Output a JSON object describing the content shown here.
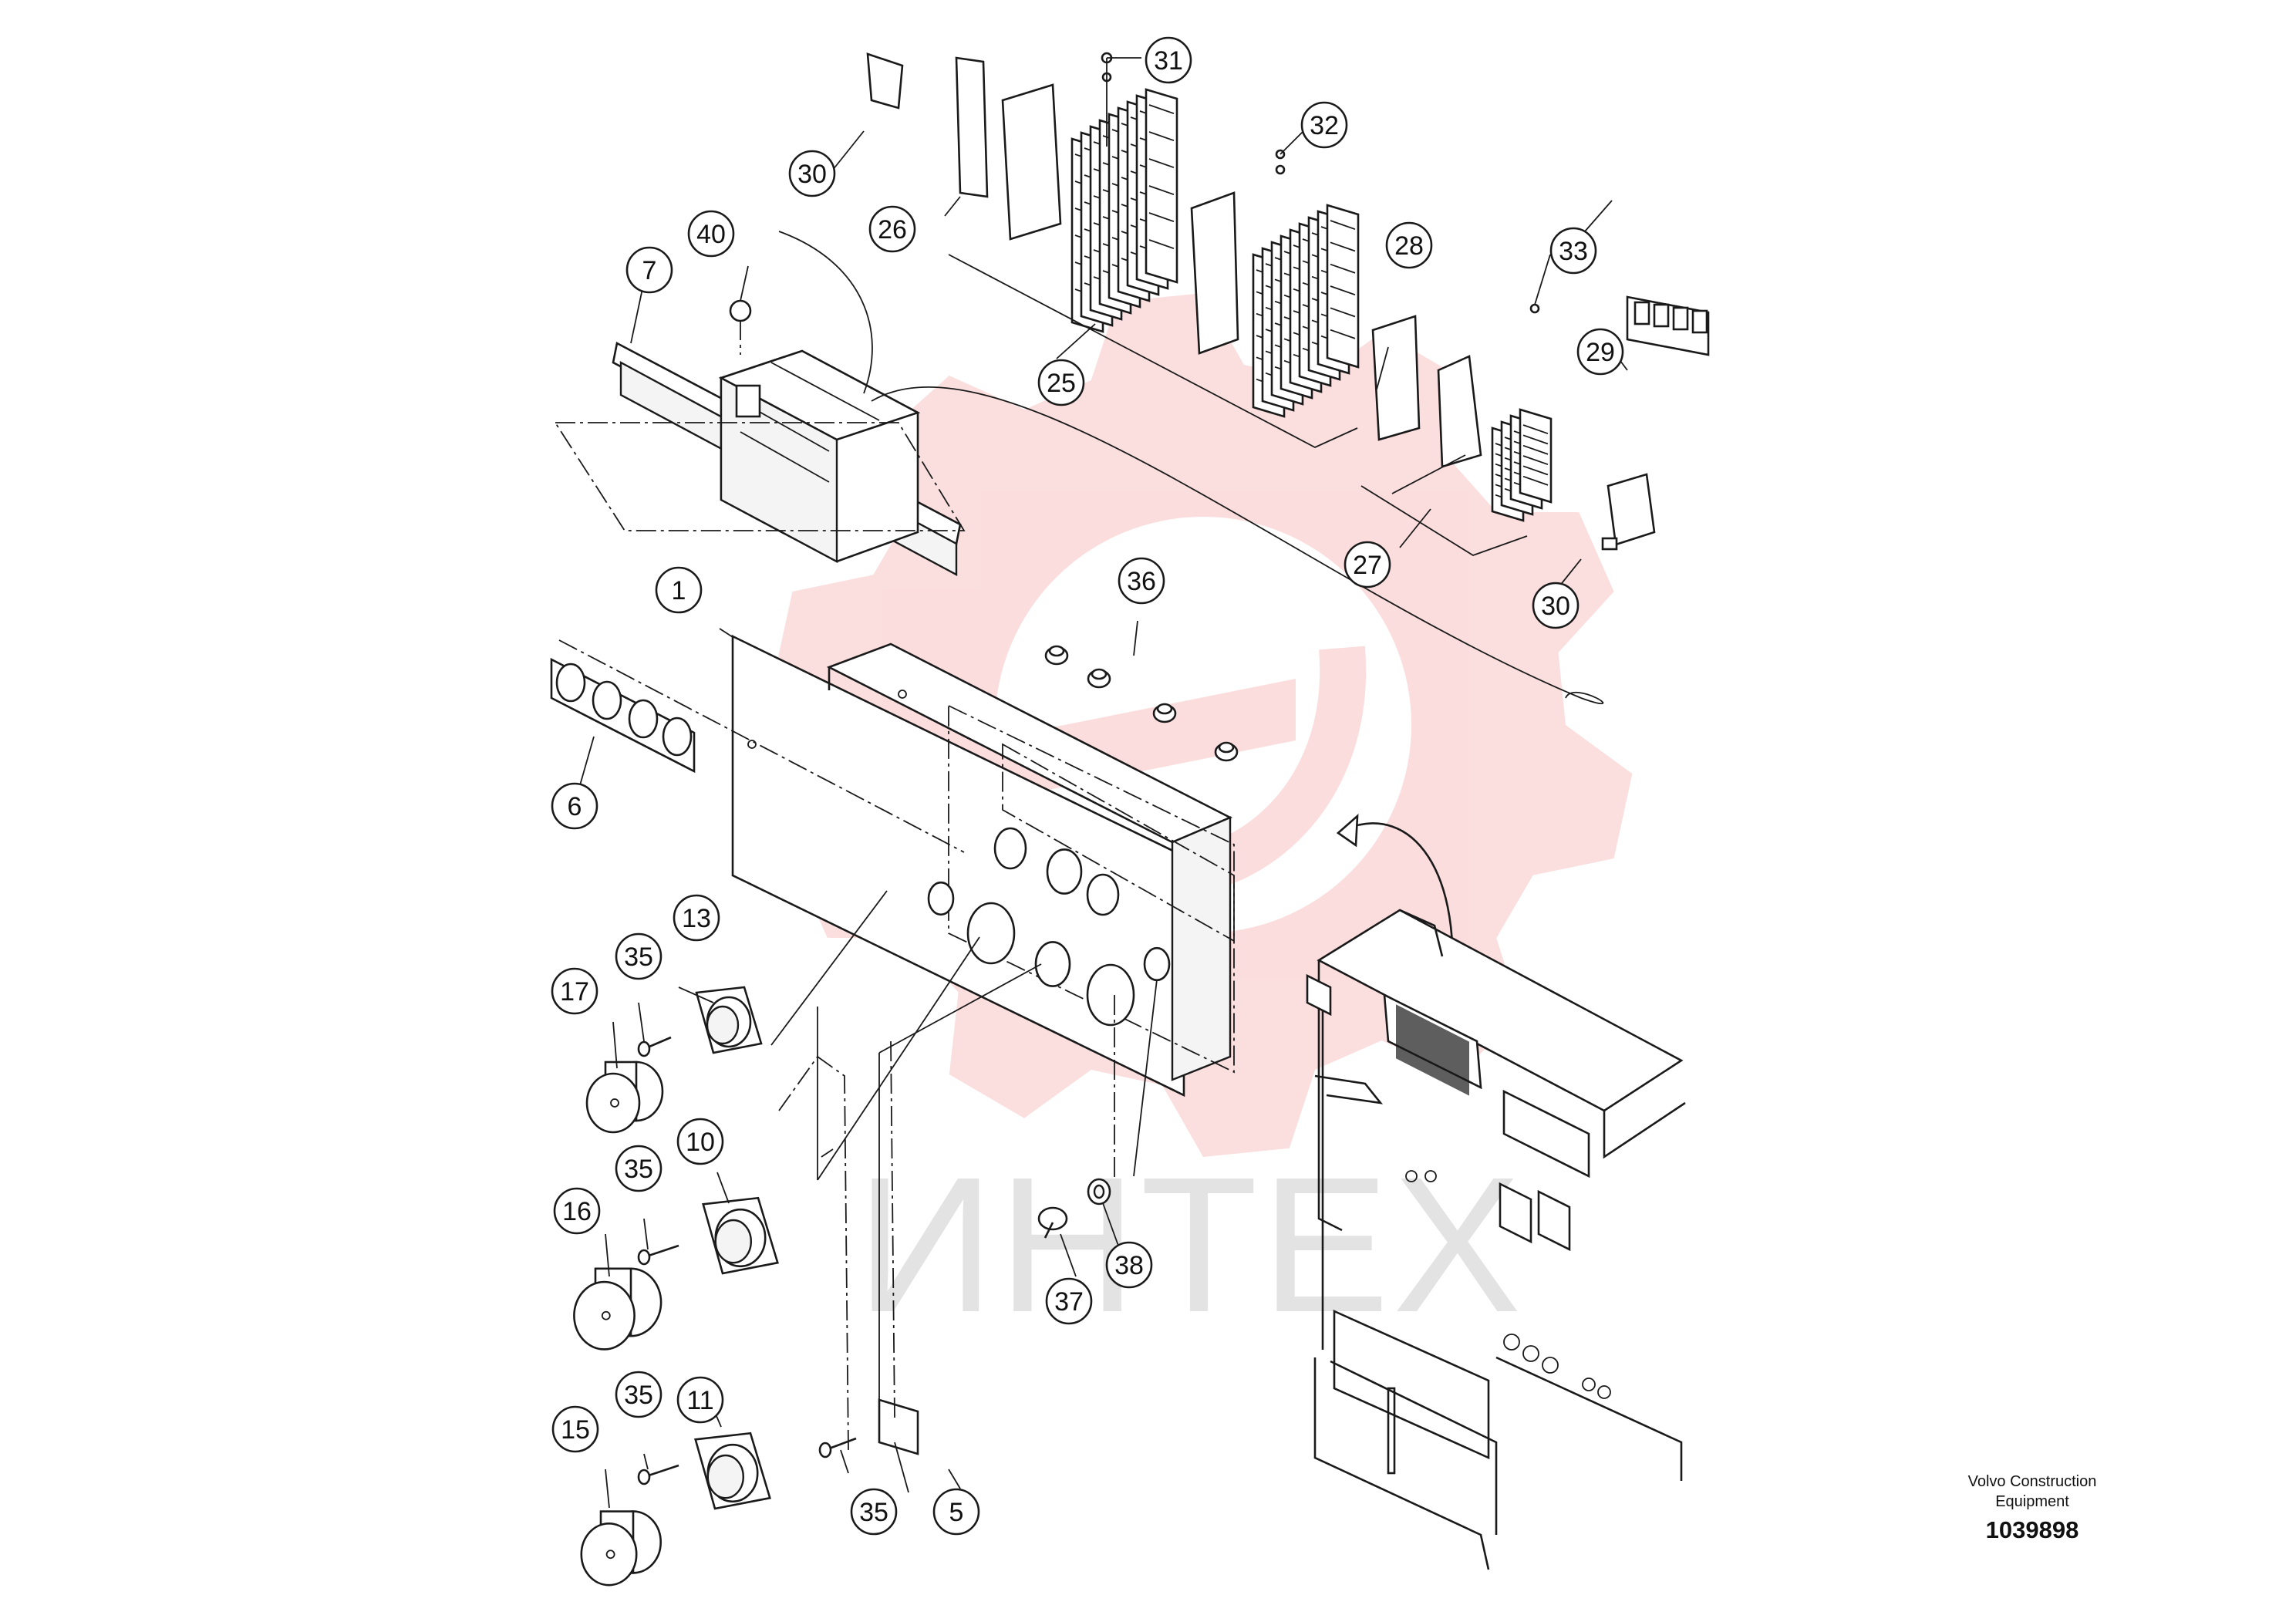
{
  "watermark": {
    "text": "ИНТЕХ",
    "gear_color": "#fbdada",
    "text_color": "#e3e3e3"
  },
  "callouts": [
    {
      "label": "1"
    },
    {
      "label": "5"
    },
    {
      "label": "6"
    },
    {
      "label": "7"
    },
    {
      "label": "10"
    },
    {
      "label": "11"
    },
    {
      "label": "13"
    },
    {
      "label": "15"
    },
    {
      "label": "16"
    },
    {
      "label": "17"
    },
    {
      "label": "25"
    },
    {
      "label": "26"
    },
    {
      "label": "27"
    },
    {
      "label": "28"
    },
    {
      "label": "29"
    },
    {
      "label": "30"
    },
    {
      "label": "30"
    },
    {
      "label": "31"
    },
    {
      "label": "32"
    },
    {
      "label": "33"
    },
    {
      "label": "35"
    },
    {
      "label": "35"
    },
    {
      "label": "35"
    },
    {
      "label": "35"
    },
    {
      "label": "36"
    },
    {
      "label": "37"
    },
    {
      "label": "38"
    },
    {
      "label": "40"
    }
  ],
  "brand": {
    "line1": "Volvo Construction",
    "line2": "Equipment",
    "number": "1039898"
  }
}
